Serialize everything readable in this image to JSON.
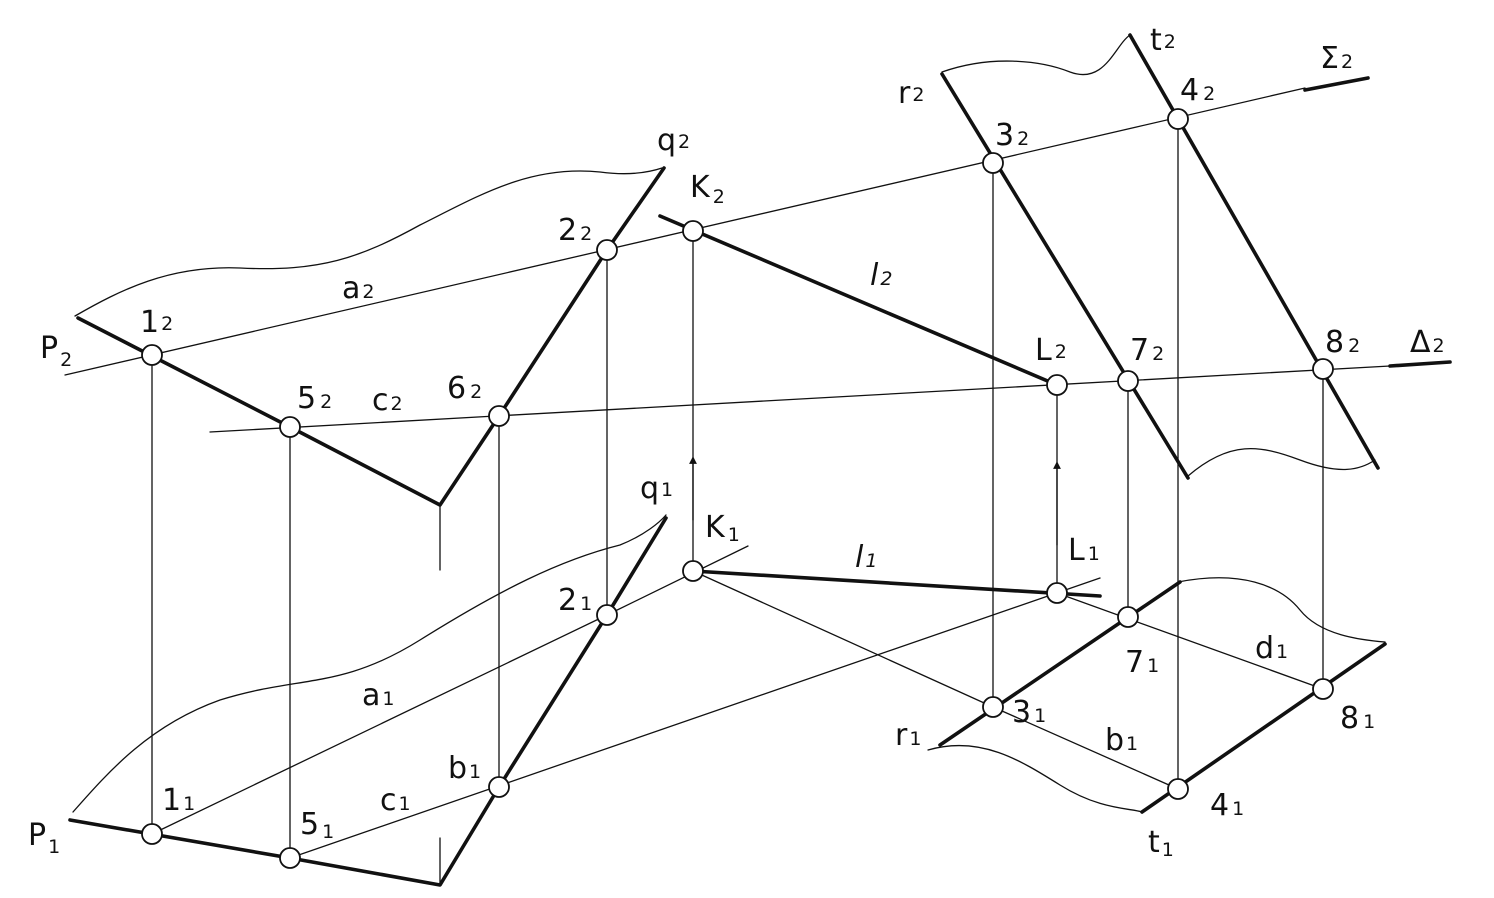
{
  "labels": {
    "P2": {
      "main": "P",
      "sub": "2"
    },
    "P1": {
      "main": "P",
      "sub": "1"
    },
    "q2": {
      "main": "q",
      "sub": "2"
    },
    "q1": {
      "main": "q",
      "sub": "1"
    },
    "K2": {
      "main": "K",
      "sub": "2"
    },
    "K1": {
      "main": "K",
      "sub": "1"
    },
    "L2": {
      "main": "L",
      "sub": "2"
    },
    "L1": {
      "main": "L",
      "sub": "1"
    },
    "l2": {
      "main": "l",
      "sub": "2"
    },
    "l1": {
      "main": "l",
      "sub": "1"
    },
    "a2": {
      "main": "a",
      "sub": "2"
    },
    "a1": {
      "main": "a",
      "sub": "1"
    },
    "c2": {
      "main": "c",
      "sub": "2"
    },
    "c1": {
      "main": "c",
      "sub": "1"
    },
    "b1": {
      "main": "b",
      "sub": "1"
    },
    "b1r": {
      "main": "b",
      "sub": "1"
    },
    "d1": {
      "main": "d",
      "sub": "1"
    },
    "r2": {
      "main": "r",
      "sub": "2"
    },
    "r1": {
      "main": "r",
      "sub": "1"
    },
    "t2": {
      "main": "t",
      "sub": "2"
    },
    "t1": {
      "main": "t",
      "sub": "1"
    },
    "Sigma2": {
      "main": "Σ",
      "sub": "2"
    },
    "Delta2": {
      "main": "Δ",
      "sub": "2"
    },
    "p12": {
      "main": "1",
      "sub": "2"
    },
    "p11": {
      "main": "1",
      "sub": "1"
    },
    "p22": {
      "main": "2",
      "sub": "2"
    },
    "p21": {
      "main": "2",
      "sub": "1"
    },
    "p32": {
      "main": "3",
      "sub": "2"
    },
    "p31": {
      "main": "3",
      "sub": "1"
    },
    "p42": {
      "main": "4",
      "sub": "2"
    },
    "p41": {
      "main": "4",
      "sub": "1"
    },
    "p52": {
      "main": "5",
      "sub": "2"
    },
    "p51": {
      "main": "5",
      "sub": "1"
    },
    "p62": {
      "main": "6",
      "sub": "2"
    },
    "p72": {
      "main": "7",
      "sub": "2"
    },
    "p71": {
      "main": "7",
      "sub": "1"
    },
    "p82": {
      "main": "8",
      "sub": "2"
    },
    "p81": {
      "main": "8",
      "sub": "1"
    }
  }
}
